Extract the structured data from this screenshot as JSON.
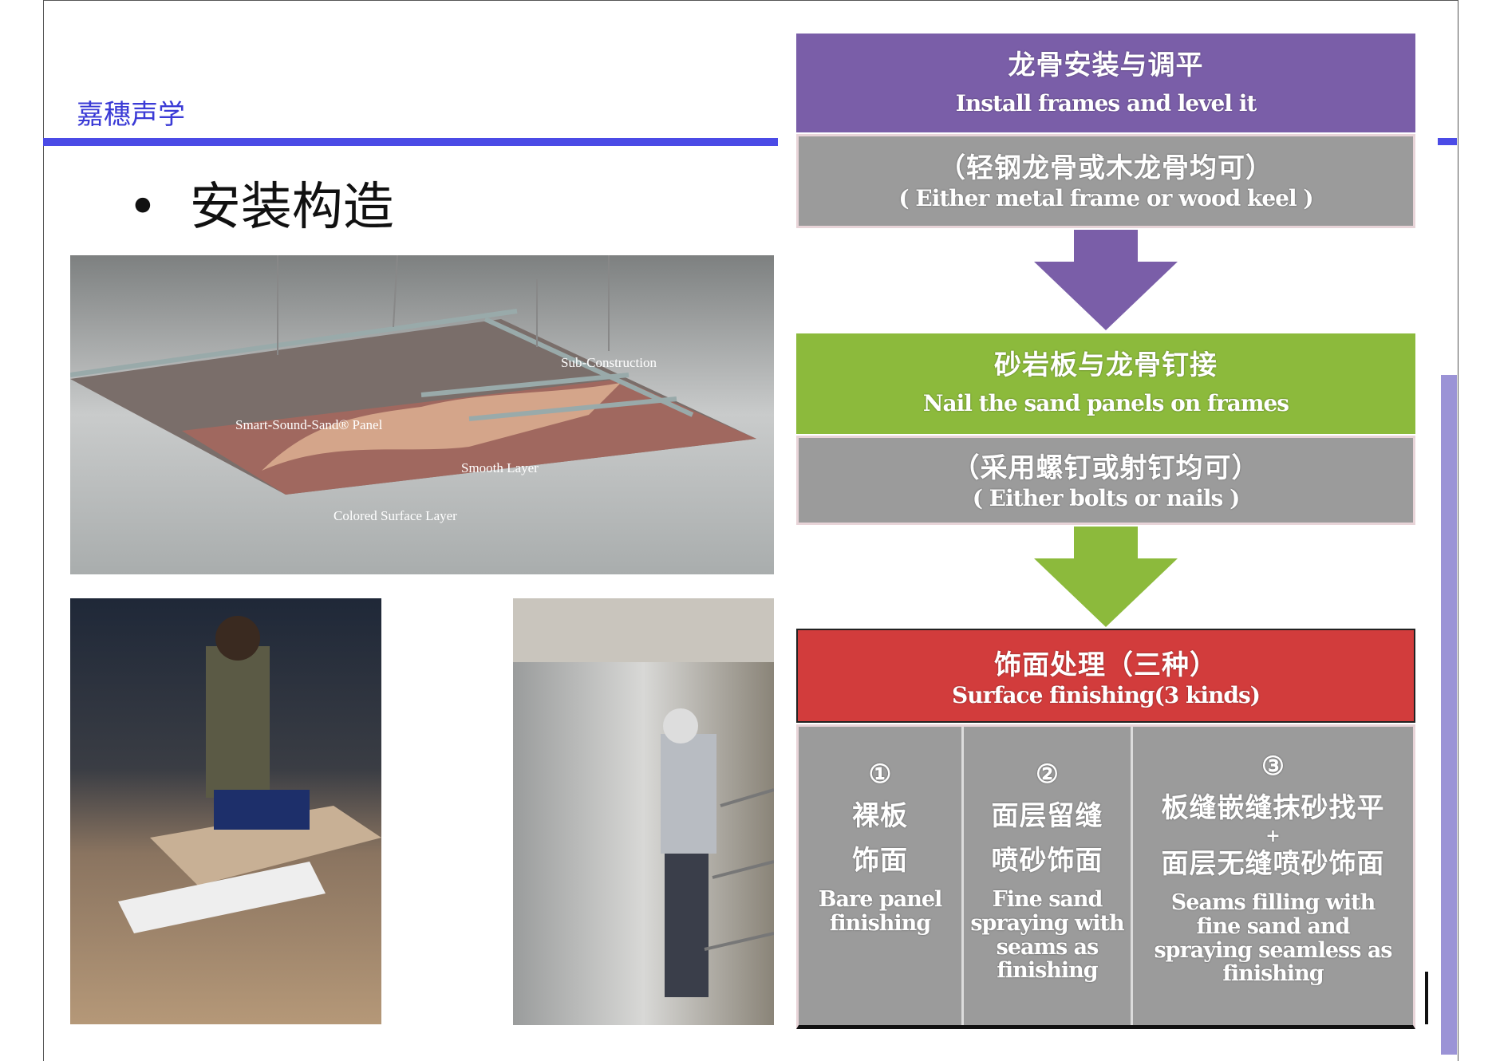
{
  "brand": "嘉穗声学",
  "heading": {
    "bullet": "•",
    "title": "安装构造"
  },
  "diagram": {
    "labels": {
      "sub": "Sub-Construction",
      "panel": "Smart-Sound-Sand® Panel",
      "smooth": "Smooth Layer",
      "colored": "Colored Surface Layer"
    }
  },
  "flow": {
    "step1": {
      "zh": "龙骨安装与调平",
      "en": "Install frames and level it",
      "note_zh": "（轻钢龙骨或木龙骨均可）",
      "note_en": "( Either metal frame or  wood keel )",
      "color": "#7a5ea8"
    },
    "step2": {
      "zh": "砂岩板与龙骨钉接",
      "en": "Nail the sand panels on frames",
      "note_zh": "（采用螺钉或射钉均可）",
      "note_en": "( Either bolts  or  nails )",
      "color": "#8cba3c"
    },
    "step3": {
      "zh": "饰面处理（三种）",
      "en": "Surface finishing(3 kinds)",
      "color": "#d23c3c"
    },
    "options": [
      {
        "num": "①",
        "zh1": "裸板",
        "zh2": "饰面",
        "en": "Bare panel finishing"
      },
      {
        "num": "②",
        "zh1": "面层留缝",
        "zh2": "喷砂饰面",
        "en": "Fine sand spraying with seams as finishing"
      },
      {
        "num": "③",
        "zh1": "板缝嵌缝抹砂找平",
        "plus": "+",
        "zh2": "面层无缝喷砂饰面",
        "en": "Seams filling with fine sand and spraying seamless as finishing"
      }
    ]
  }
}
